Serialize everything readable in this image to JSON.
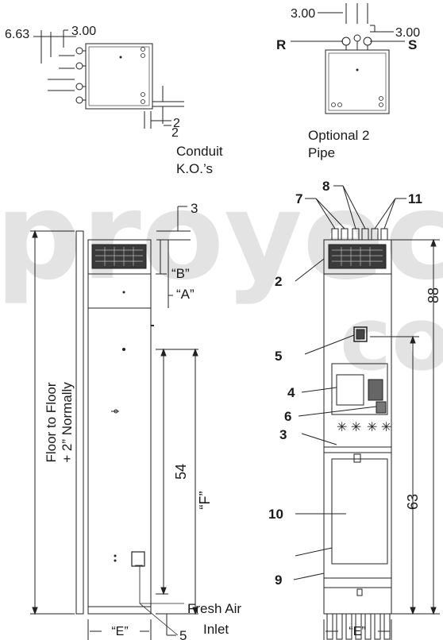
{
  "watermark": {
    "main": "proyecto",
    "suffix": "co"
  },
  "top_left": {
    "dim_a": "6.63",
    "dim_b": "3.00",
    "dim_c": "2",
    "dim_d": "2",
    "caption_line1": "Conduit",
    "caption_line2": "K.O.’s"
  },
  "top_right": {
    "dim_a": "3.00",
    "dim_b": "3.00",
    "label_r": "R",
    "label_s": "S",
    "caption_line1": "Optional 2",
    "caption_line2": "Pipe"
  },
  "side_view": {
    "dim_top": "3",
    "label_b": "“B”",
    "label_a": "“A”",
    "floor_line1": "Floor to Floor",
    "floor_line2": "+ 2” Normally",
    "dim_54": "54",
    "dim_f": "“F”",
    "dim_5": "5",
    "dim_e": "“E”",
    "fresh_line1": "Fresh Air",
    "fresh_line2": "Inlet"
  },
  "front_view": {
    "callouts": [
      "2",
      "3",
      "4",
      "5",
      "6",
      "7",
      "8",
      "9",
      "10",
      "11"
    ],
    "dim_63": "63",
    "dim_88": "88",
    "dim_e": "“E”"
  }
}
